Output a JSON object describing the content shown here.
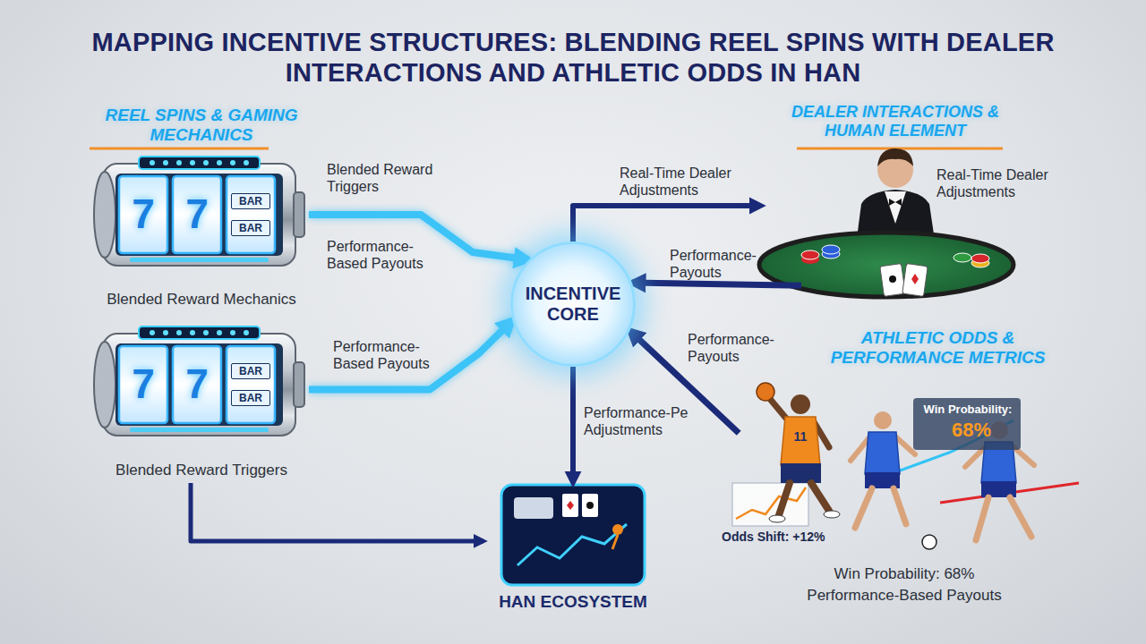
{
  "diagram": {
    "title": "MAPPING INCENTIVE STRUCTURES: BLENDING REEL SPINS WITH DEALER INTERACTIONS AND ATHLETIC ODDS IN HAN",
    "nodes": [
      {
        "text": [
          "Blended Reward Mechanics"
        ]
      },
      {
        "text": [
          "Blended Reward Triggers"
        ]
      },
      {
        "text": [
          "INCENTIVE CORE"
        ]
      },
      {
        "text": [
          "DEALER INTERACTIONS & HUMAN ELEMENT"
        ]
      },
      {
        "text": [
          "ATHLETIC ODDS & PERFORMANCE METRICS"
        ]
      },
      {
        "text": [
          "HAN ECOSYSTEM"
        ]
      }
    ],
    "edges": [
      {
        "from": 0,
        "to": 2,
        "arrow": "to",
        "label": "Blended Reward Triggers"
      },
      {
        "from": 1,
        "to": 2,
        "arrow": "to",
        "label": "Performance-Based Payouts"
      },
      {
        "from": 2,
        "to": 3,
        "arrow": "to",
        "label": "Real-Time Dealer Adjustments"
      },
      {
        "from": 3,
        "to": 2,
        "arrow": "to",
        "label": "Performance-Payouts"
      },
      {
        "from": 4,
        "to": 2,
        "arrow": "to",
        "label": "Performance-Payouts"
      },
      {
        "from": 2,
        "to": 5,
        "arrow": "to",
        "label": "Performance-Pe Adjustments"
      },
      {
        "from": 1,
        "to": 5,
        "arrow": "to"
      }
    ],
    "labels": [
      "REEL SPINS & GAMING MECHANICS",
      "7",
      "7",
      "BAR",
      "BAR",
      "7",
      "7",
      "BAR",
      "BAR",
      "Performance-Based Payouts",
      "Real-Time Dealer Adjustments",
      "11",
      "Win Probability:",
      "68%",
      "Odds Shift: +12%",
      "Win Probability: 68%",
      "Performance-Based Payouts"
    ]
  }
}
